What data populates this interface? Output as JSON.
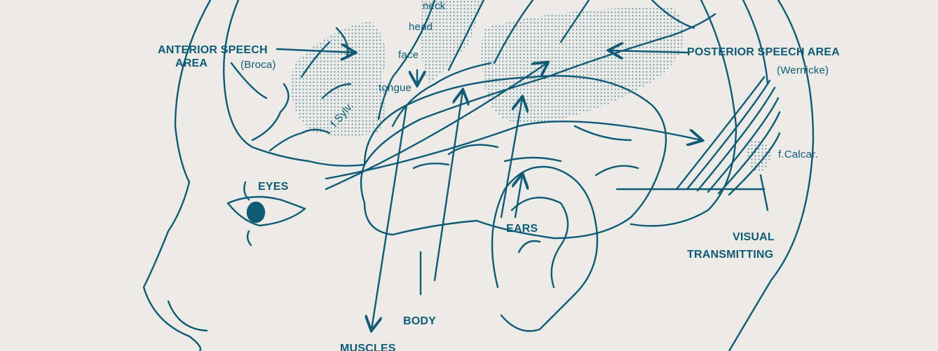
{
  "colors": {
    "ink": "#0f5b76",
    "paper": "#ecebe7",
    "stipple": "#2a6f8a"
  },
  "labels": {
    "anterior_speech_area": "ANTERIOR SPEECH",
    "anterior_speech_area_2": "AREA",
    "broca": "(Broca)",
    "neck": "neck",
    "head": "head",
    "face": "face",
    "tongue": "tongue",
    "sylv": "f.Sylv.",
    "posterior_speech_area": "POSTERIOR SPEECH AREA",
    "wernicke": "(Wernicke)",
    "calcar": "f.Calcar.",
    "eyes": "EYES",
    "ears": "EARS",
    "visual": "VISUAL",
    "transmitting": "TRANSMITTING",
    "body": "BODY",
    "muscles": "MUSCLES"
  }
}
